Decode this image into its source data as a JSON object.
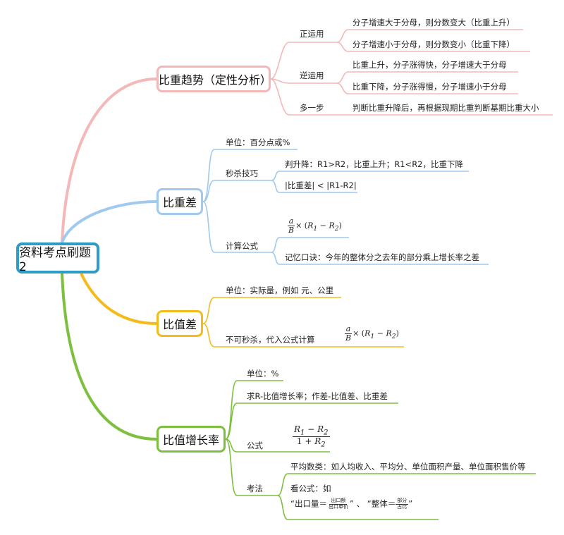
{
  "colors": {
    "root": "#2e9cc6",
    "trend": "#f4b8b8",
    "diff": "#9fc9ee",
    "ratio_diff": "#f4bb1c",
    "ratio_growth": "#7dbf3e"
  },
  "root": {
    "label": "资料考点刷题2"
  },
  "trend": {
    "label": "比重趋势（定性分析）",
    "forward": {
      "label": "正运用",
      "items": [
        "分子增速大于分母，则分数变大（比重上升）",
        "分子增速小于分母，则分数变小（比重下降）"
      ]
    },
    "reverse": {
      "label": "逆运用",
      "items": [
        "比重上升，分子涨得快，分子增速大于分母",
        "比重下降，分子涨得慢，分子增速小于分母"
      ]
    },
    "extra": {
      "label": "多一步",
      "text": "判断比重升降后，再根据现期比重判断基期比重大小"
    }
  },
  "diff": {
    "label": "比重差",
    "unit": "单位：百分点或%",
    "trick": {
      "label": "秒杀技巧",
      "items": [
        "判升降：R1>R2，比重上升；R1<R2，比重下降",
        "|比重差| < |R1-R2|"
      ]
    },
    "formula": {
      "label": "计算公式",
      "expr": {
        "num": "a",
        "den": "B",
        "tail_left": "× (",
        "r1": "R",
        "r1_sub": "1",
        "minus": " − ",
        "r2": "R",
        "r2_sub": "2",
        "tail_right": ")"
      },
      "mnemonic": "记忆口诀：今年的整体分之去年的部分乘上增长率之差"
    }
  },
  "ratio_diff": {
    "label": "比值差",
    "unit": "单位：实际量，例如 元、公里",
    "note": "不可秒杀，代入公式计算",
    "expr": {
      "num": "a",
      "den": "B",
      "tail_left": "× (",
      "r1": "R",
      "r1_sub": "1",
      "minus": " − ",
      "r2": "R",
      "r2_sub": "2",
      "tail_right": ")"
    }
  },
  "ratio_growth": {
    "label": "比值增长率",
    "unit": "单位：%",
    "find": "求R-比值增长率；作差-比值差、比重差",
    "formula": {
      "label": "公式",
      "num": {
        "r1": "R",
        "r1_sub": "1",
        "minus": " − ",
        "r2": "R",
        "r2_sub": "2"
      },
      "den": {
        "one": "1 + ",
        "r2": "R",
        "r2_sub": "2"
      }
    },
    "exam": {
      "label": "考法",
      "avg": "平均数类：如人均收入、平均分、单位面积产量、单位面积售价等",
      "see": "看公式：如",
      "example": {
        "q1_open": "“出口量＝",
        "q1_num": "出口额",
        "q1_den": "出口单价",
        "q1_close": "”",
        "sep": "、",
        "q2_open": "“整体＝",
        "q2_num": "部分",
        "q2_den": "占比",
        "q2_close": "”"
      }
    }
  }
}
